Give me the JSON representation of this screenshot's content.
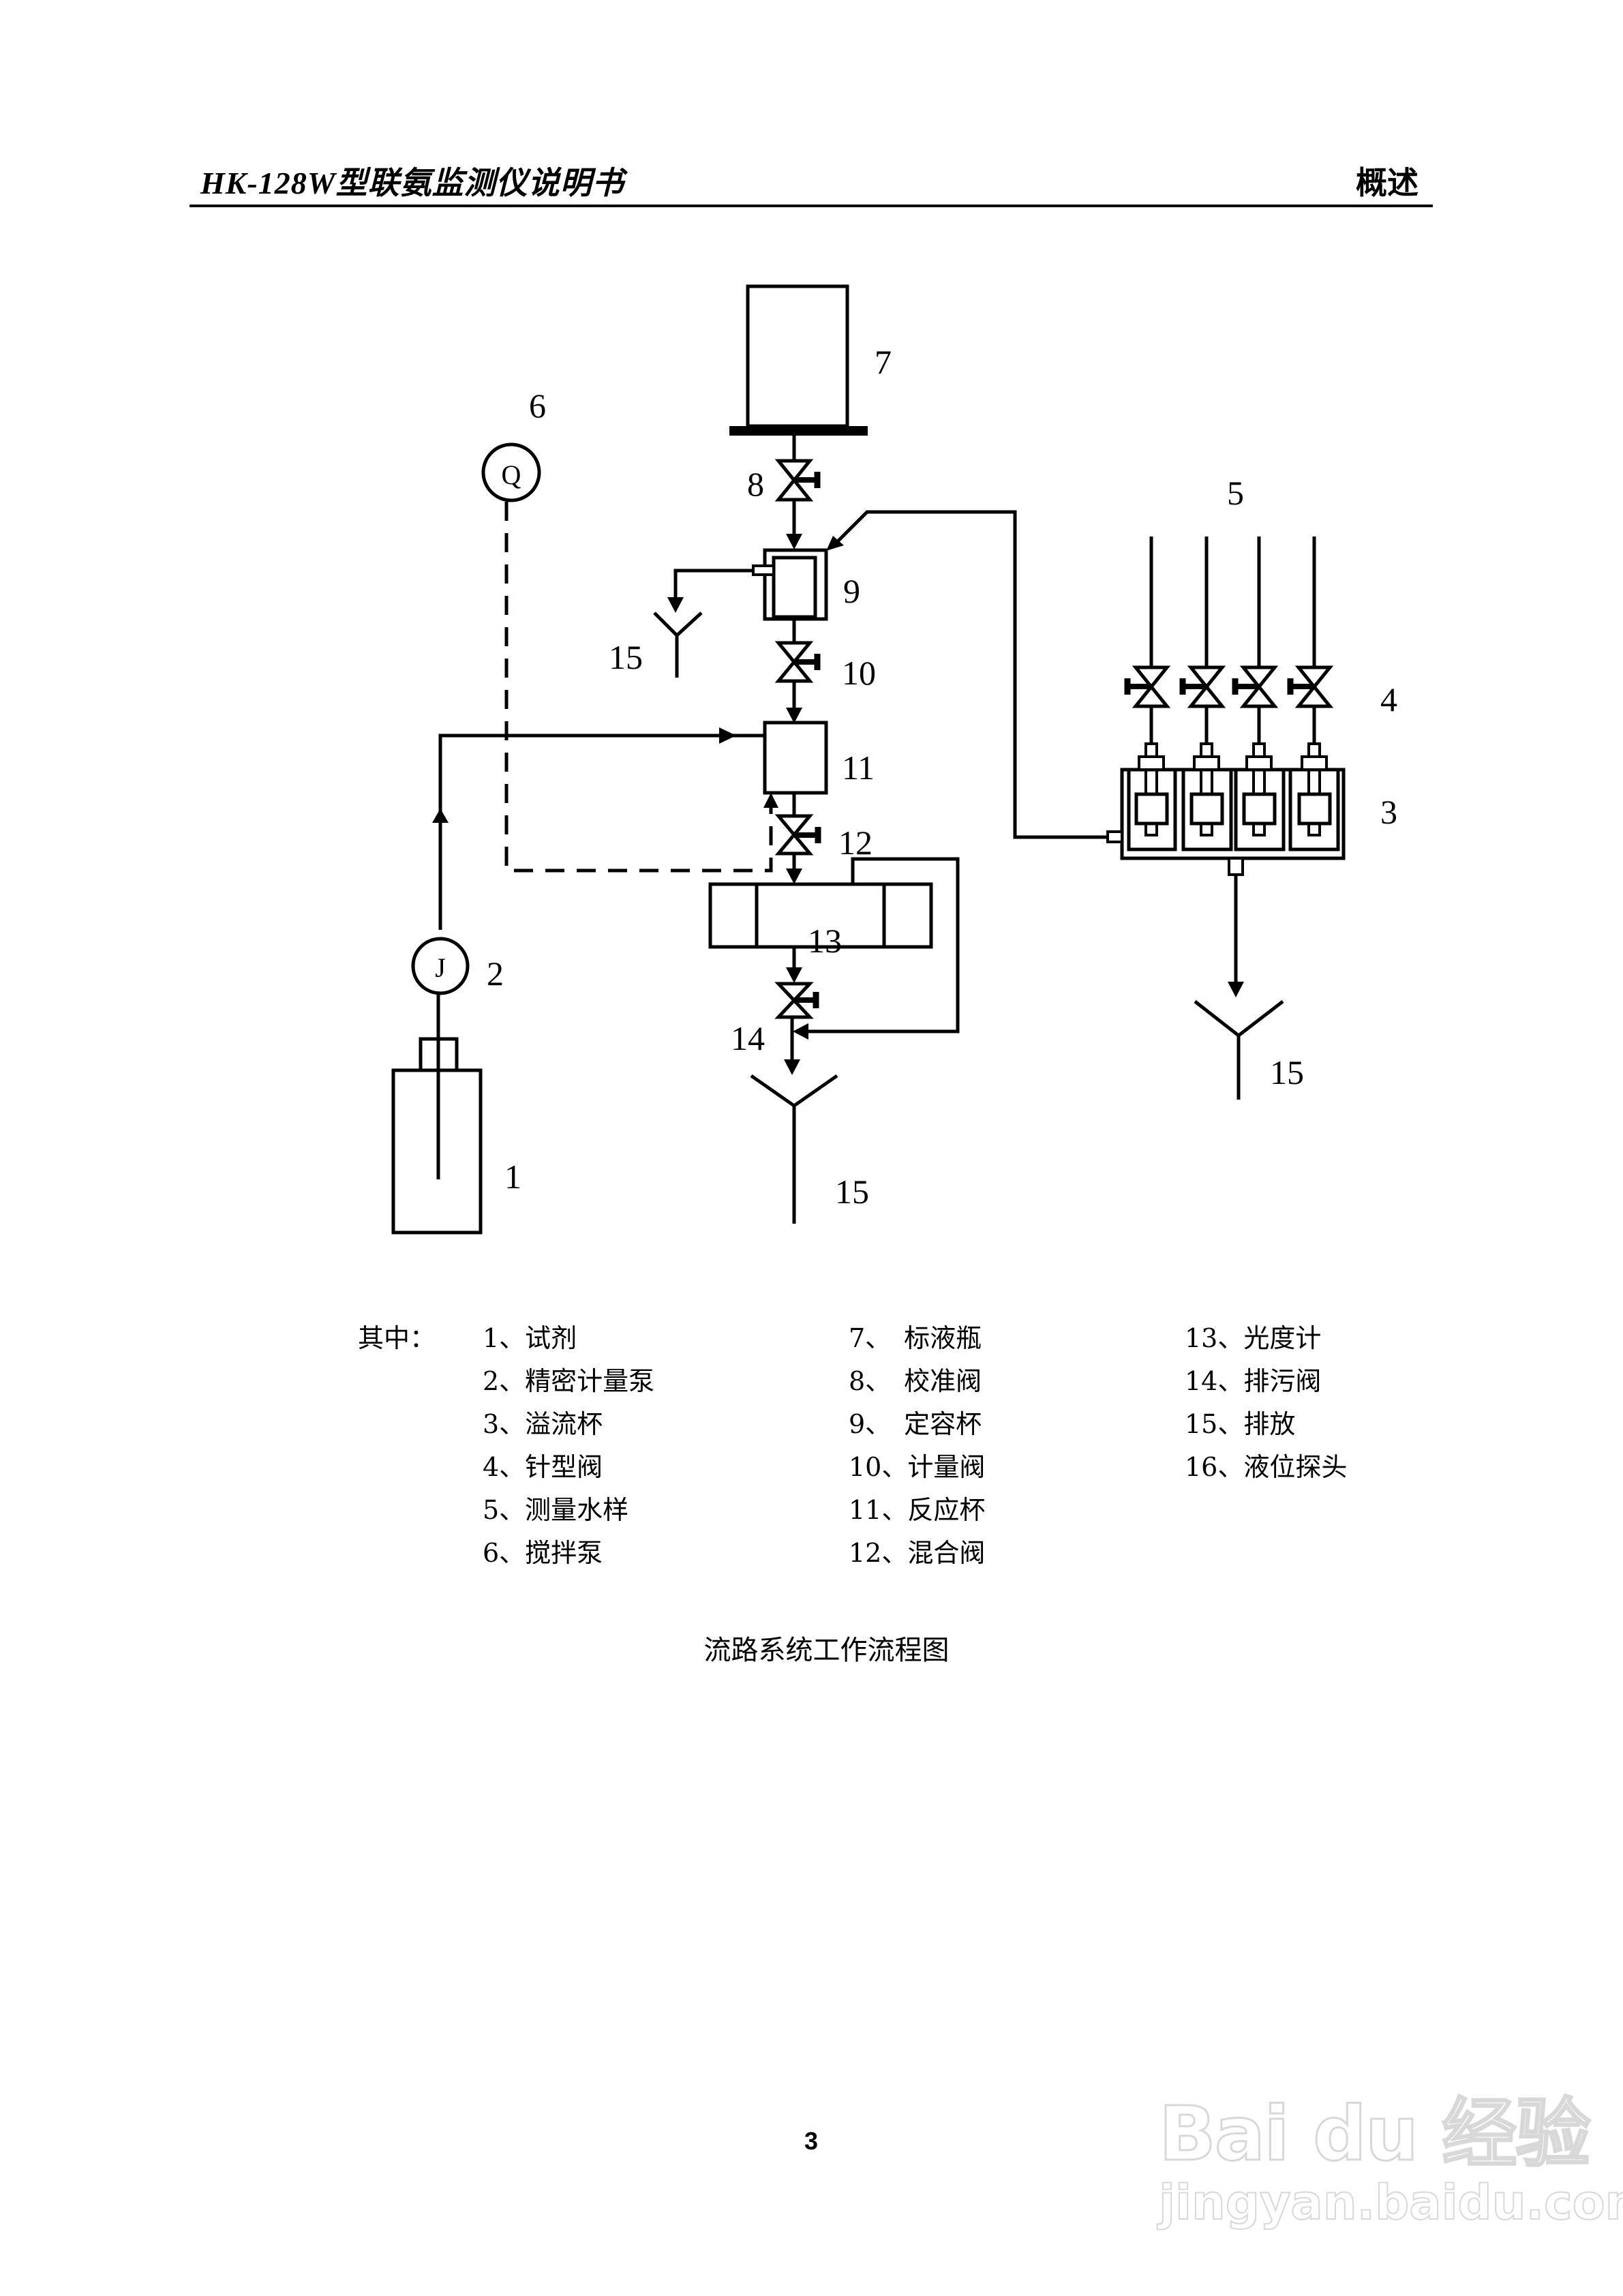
{
  "header": {
    "title": "HK-128W型联氨监测仪说明书",
    "section": "概述"
  },
  "diagram": {
    "labels": {
      "reagent_bottle": "1",
      "metering_pump": "2",
      "overflow_cups": "3",
      "needle_valves": "4",
      "water_samples": "5",
      "stirring_pump": "6",
      "standard_bottle": "7",
      "calibration_valve": "8",
      "volumetric_cup": "9",
      "metering_valve": "10",
      "reaction_cup": "11",
      "mixing_valve": "12",
      "photometer": "13",
      "drain_valve": "14",
      "drain_left": "15",
      "drain_bottom": "15",
      "drain_right": "15"
    },
    "pump_symbols": {
      "stirring_pump": "Q",
      "metering_pump": "J"
    }
  },
  "legend": {
    "heading": "其中：",
    "columns": [
      [
        "1、试剂",
        "2、精密计量泵",
        "3、溢流杯",
        "4、针型阀",
        "5、测量水样",
        "6、搅拌泵"
      ],
      [
        "7、　标液瓶",
        "8、　校准阀",
        "9、　定容杯",
        "10、计量阀",
        "11、反应杯",
        "12、混合阀"
      ],
      [
        "13、光度计",
        "14、排污阀",
        "15、排放",
        "16、液位探头"
      ]
    ]
  },
  "caption": "流路系统工作流程图",
  "page_number": "3",
  "watermark": {
    "brand": "Bai du 经验",
    "url": "jingyan.baidu.com"
  }
}
